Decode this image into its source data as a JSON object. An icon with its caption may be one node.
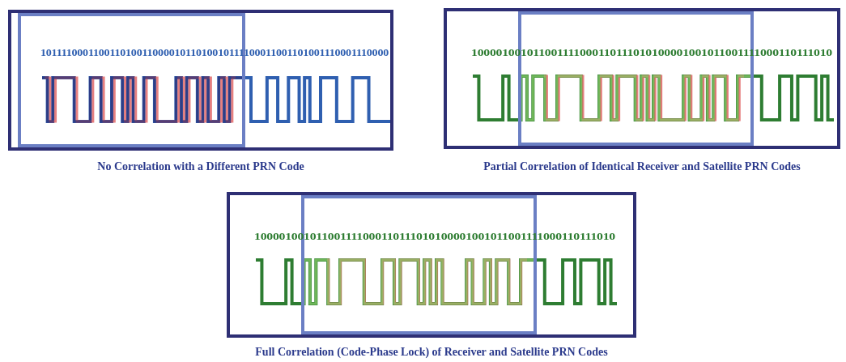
{
  "diagram": {
    "nodes": [
      {
        "text": [
          "10111100011001101001100001011010010111100011001101001110001110000"
        ],
        "beside": [
          "No Correlation with a Different PRN Code"
        ]
      },
      {
        "text": [
          "100001001011001111000110111010100001001011001111000110111010"
        ],
        "beside": [
          "Partial Correlation of Identical Receiver and Satellite PRN Codes"
        ]
      },
      {
        "text": [
          "100001001011001111000110111010100001001011001111000110111010"
        ],
        "beside": [
          "Full Correlation (Code-Phase Lock) of Receiver and Satellite PRN Codes"
        ]
      }
    ]
  }
}
